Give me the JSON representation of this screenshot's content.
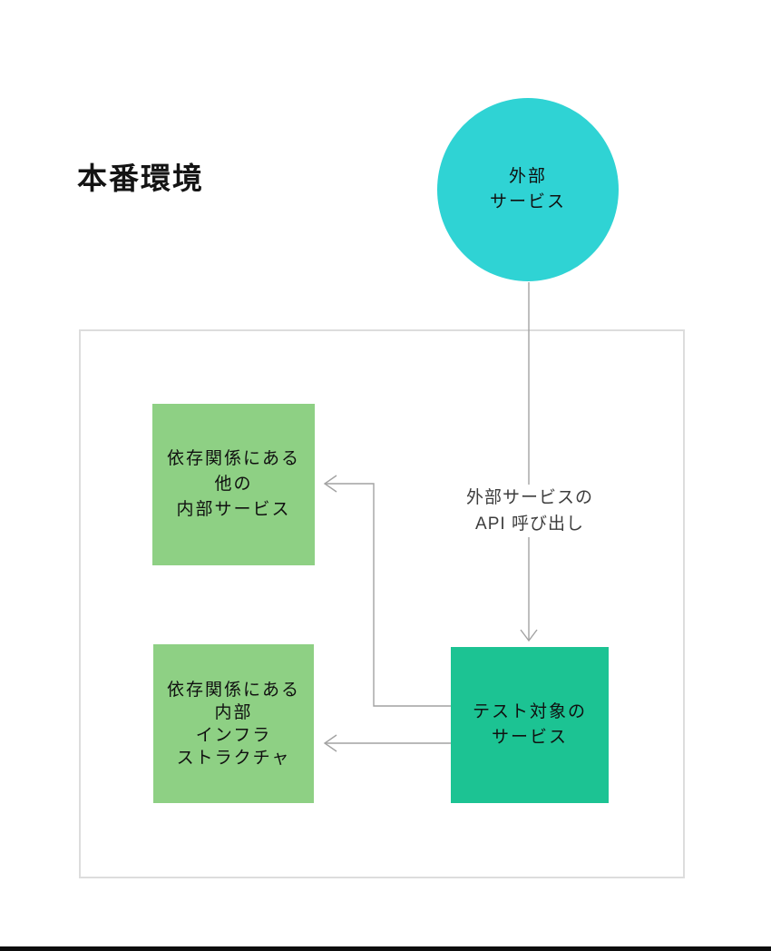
{
  "title": "本番環境",
  "nodes": {
    "external_service": {
      "shape": "circle",
      "lines": [
        "外部",
        "サービス"
      ],
      "fill": "#2fd3d4"
    },
    "other_internal_services": {
      "shape": "rect",
      "lines": [
        "依存関係にある",
        "他の",
        "内部サービス"
      ],
      "fill": "#8ed084"
    },
    "internal_infrastructure": {
      "shape": "rect",
      "lines": [
        "依存関係にある",
        "内部",
        "インフラ",
        "ストラクチャ"
      ],
      "fill": "#8ed084"
    },
    "service_under_test": {
      "shape": "rect",
      "lines": [
        "テスト対象の",
        "サービス"
      ],
      "fill": "#1cc393"
    }
  },
  "edges": {
    "stroke": "#a2a2a2",
    "api_call": {
      "from": "external_service",
      "to": "service_under_test",
      "label_lines": [
        "外部サービスの",
        "API 呼び出し"
      ]
    },
    "to_other_internal_services": {
      "from": "service_under_test",
      "to": "other_internal_services"
    },
    "to_internal_infrastructure": {
      "from": "service_under_test",
      "to": "internal_infrastructure"
    }
  },
  "boundary": {
    "border_color": "#dddddd"
  },
  "bottom_bar_color": "#0d0d0d"
}
